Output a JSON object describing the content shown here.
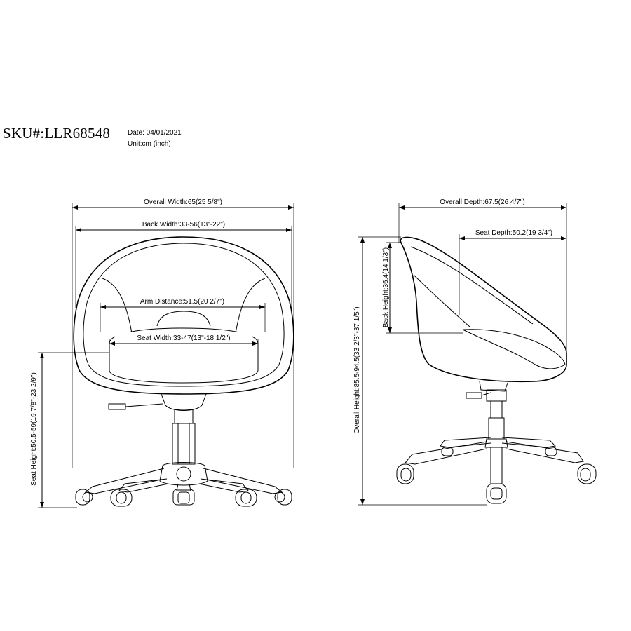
{
  "header": {
    "sku": "SKU#:LLR68548",
    "date": "Date: 04/01/2021",
    "unit": "Unit:cm (inch)"
  },
  "front_view": {
    "overall_width": "Overall Width:65(25 5/8\")",
    "back_width": "Back Width:33-56(13\"-22\")",
    "arm_distance": "Arm Distance:51.5(20 2/7\")",
    "seat_width": "Seat Width:33-47(13\"-18 1/2\")",
    "seat_height": "Seat Height:50.5-59(19 7/8\"-23 2/9\")"
  },
  "side_view": {
    "overall_depth": "Overall Depth:67.5(26 4/7\")",
    "seat_depth": "Seat Depth:50.2(19 3/4\")",
    "back_height": "Back Height:36.4(14 1/3\")",
    "overall_height": "Overall Height:85.5-94.5(33 2/3\"-37 1/5\")"
  }
}
